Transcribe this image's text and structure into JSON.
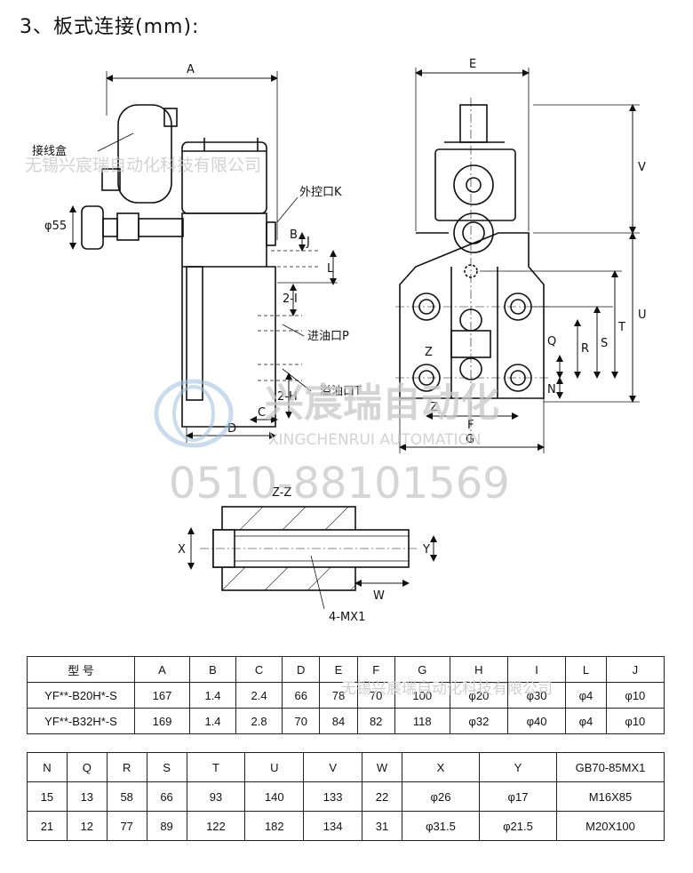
{
  "page": {
    "title": "3、板式连接(mm):"
  },
  "drawing": {
    "labels": {
      "A": "A",
      "E": "E",
      "V": "V",
      "U": "U",
      "T": "T",
      "S": "S",
      "R": "R",
      "Q": "Q",
      "N": "N",
      "F": "F",
      "G": "G",
      "B": "B",
      "J": "J",
      "L": "L",
      "I2": "2-I",
      "H2": "2-H",
      "C": "C",
      "D": "D",
      "Z1": "Z",
      "Z2": "Z",
      "X": "X",
      "Y": "Y",
      "W": "W",
      "dia55": "φ55",
      "junction_box": "接线盒",
      "ext_port": "外控口K",
      "inlet_port": "进油口P",
      "overflow_port": "溢油口T",
      "section": "Z-Z",
      "bolt": "4-MX1"
    },
    "watermarks": {
      "company": "无锡兴宸瑞自动化科技有限公司",
      "logo_cn": "兴宸瑞自动化",
      "logo_en": "XINGCHENRUI AUTOMATION",
      "phone": "0510-88101569",
      "footer": "无锡兴宸瑞自动化科技有限公司"
    }
  },
  "table1": {
    "headers": [
      "型 号",
      "A",
      "B",
      "C",
      "D",
      "E",
      "F",
      "G",
      "H",
      "I",
      "L",
      "J"
    ],
    "rows": [
      [
        "YF**-B20H*-S",
        "167",
        "1.4",
        "2.4",
        "66",
        "78",
        "70",
        "100",
        "φ20",
        "φ30",
        "φ4",
        "φ10"
      ],
      [
        "YF**-B32H*-S",
        "169",
        "1.4",
        "2.8",
        "70",
        "84",
        "82",
        "118",
        "φ32",
        "φ40",
        "φ4",
        "φ10"
      ]
    ]
  },
  "table2": {
    "headers": [
      "N",
      "Q",
      "R",
      "S",
      "T",
      "U",
      "V",
      "W",
      "X",
      "Y",
      "GB70-85MX1"
    ],
    "rows": [
      [
        "15",
        "13",
        "58",
        "66",
        "93",
        "140",
        "133",
        "22",
        "φ26",
        "φ17",
        "M16X85"
      ],
      [
        "21",
        "12",
        "77",
        "89",
        "122",
        "182",
        "134",
        "31",
        "φ31.5",
        "φ21.5",
        "M20X100"
      ]
    ]
  }
}
